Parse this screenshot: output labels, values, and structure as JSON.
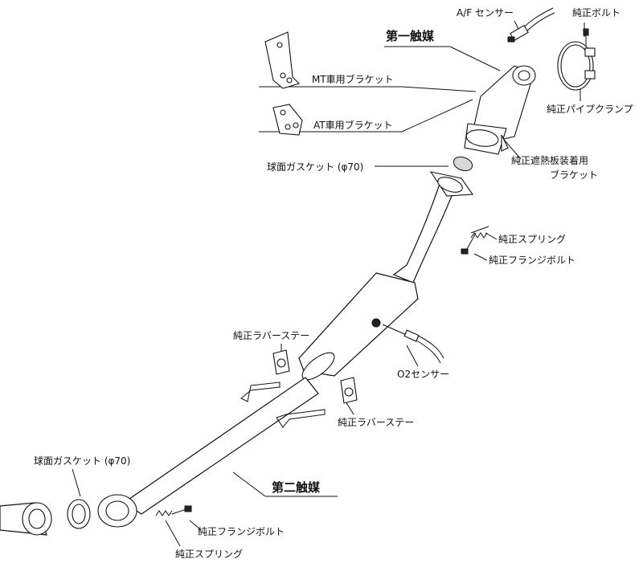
{
  "labels": {
    "af_sensor": "A/F センサー",
    "genuine_bolt": "純正ボルト",
    "first_catalyst": "第一触媒",
    "mt_bracket": "MT車用ブラケット",
    "at_bracket": "AT車用ブラケット",
    "genuine_pipe_clamp": "純正パイプクランプ",
    "heat_shield_bracket_1": "純正遮熱板装着用",
    "heat_shield_bracket_2": "ブラケット",
    "spherical_gasket_top": "球面ガスケット (φ70)",
    "genuine_spring_top": "純正スプリング",
    "genuine_flange_bolt_top": "純正フランジボルト",
    "rubber_stay_left": "純正ラバーステー",
    "o2_sensor": "O2センサー",
    "rubber_stay_right": "純正ラバーステー",
    "spherical_gasket_bottom": "球面ガスケット (φ70)",
    "second_catalyst": "第二触媒",
    "genuine_flange_bolt_bottom": "純正フランジボルト",
    "genuine_spring_bottom": "純正スプリング"
  },
  "colors": {
    "line": "#111111",
    "shade": "#d8d8d8",
    "background": "#ffffff"
  }
}
